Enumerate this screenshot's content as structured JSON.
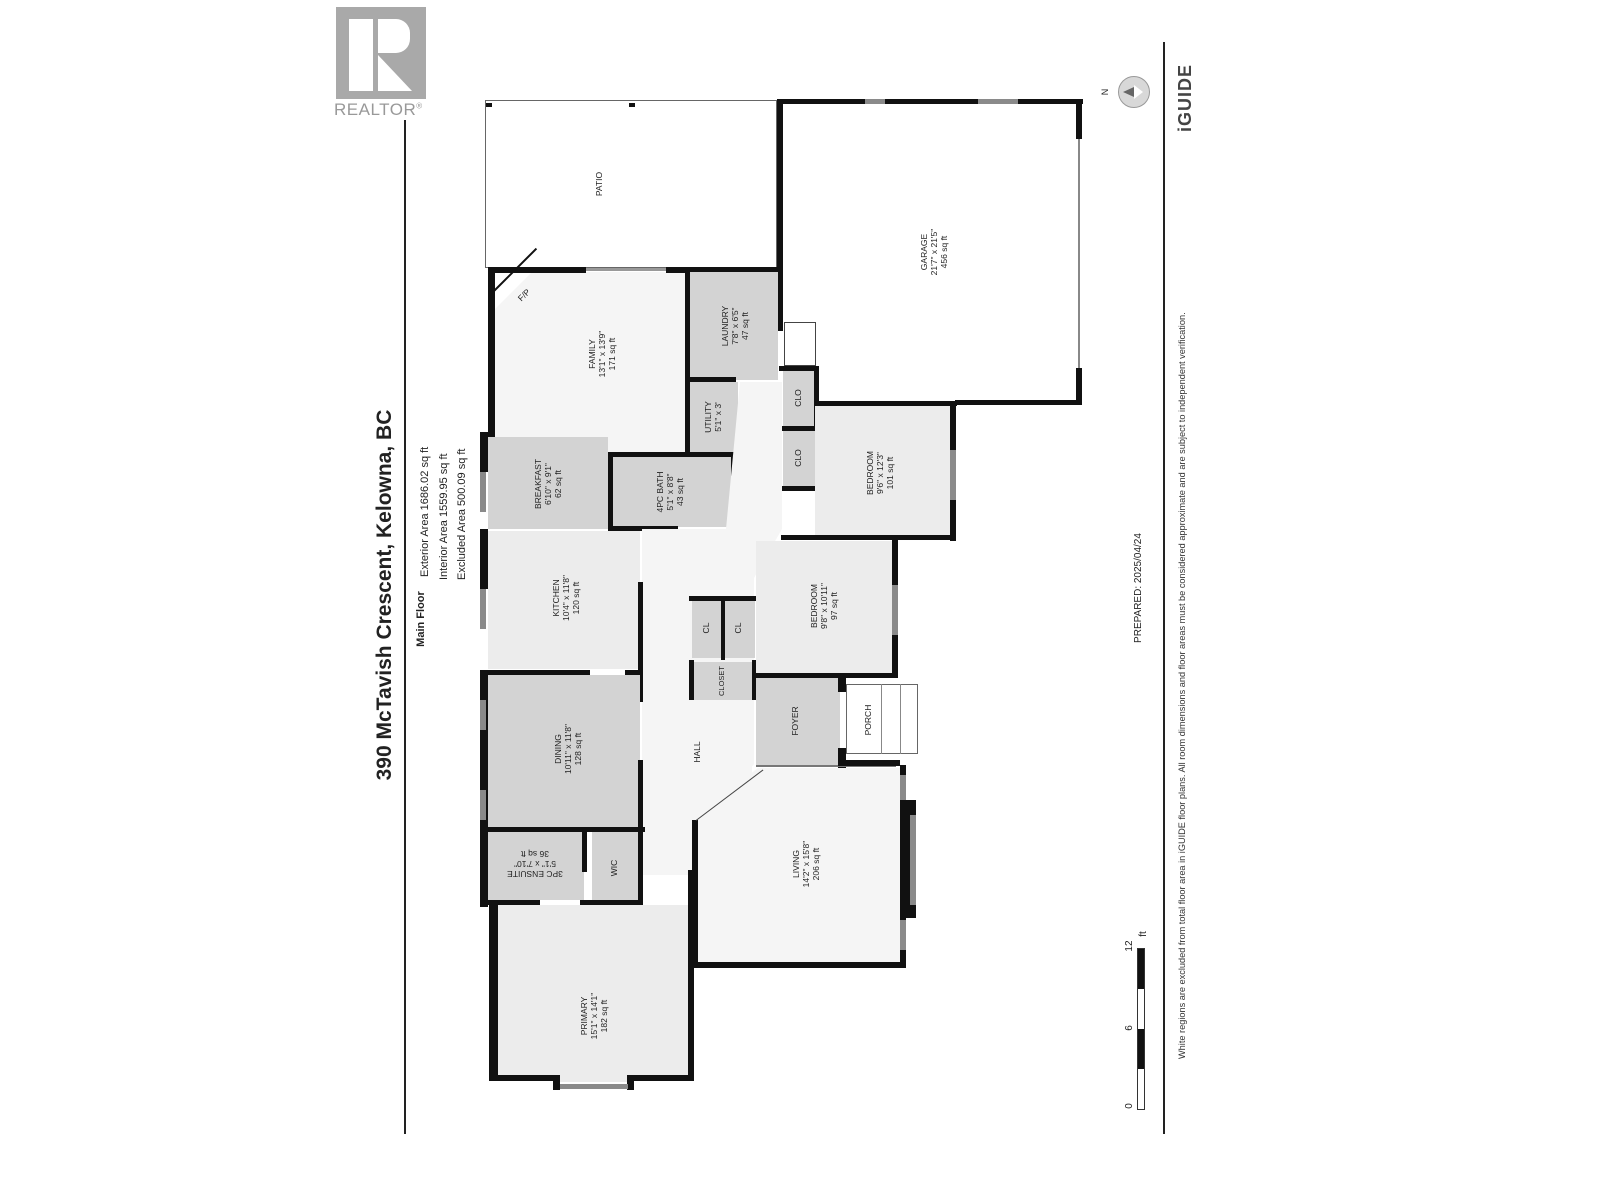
{
  "header": {
    "address": "390 McTavish Crescent, Kelowna, BC",
    "floor_label": "Main Floor",
    "areas": [
      "Exterior Area 1686.02 sq ft",
      "Interior Area 1559.95 sq ft",
      "Excluded Area 500.09 sq ft"
    ]
  },
  "logos": {
    "realtor": "REALTOR",
    "realtor_reg": "®",
    "iguide": "iGUIDE"
  },
  "compass": {
    "north_label": "N"
  },
  "footer": {
    "prepared": "PREPARED: 2025/04/24",
    "disclaimer": "White regions are excluded from total floor area in iGUIDE floor plans. All room dimensions and floor areas must be considered approximate and are subject to independent verification."
  },
  "scale_bar": {
    "ticks": [
      "0",
      "6",
      "12"
    ],
    "unit": "ft"
  },
  "rooms": {
    "patio": {
      "name": "PATIO"
    },
    "garage": {
      "name": "GARAGE",
      "dims": "21'7\" x 21'5\"",
      "area": "456 sq ft"
    },
    "family": {
      "name": "FAMILY",
      "dims": "13'1\" x 13'9\"",
      "area": "171 sq ft",
      "fireplace": "F/P"
    },
    "laundry": {
      "name": "LAUNDRY",
      "dims": "7'8\" x 6'5\"",
      "area": "47 sq ft"
    },
    "utility": {
      "name": "UTILITY",
      "dims": "5'1\" x 3'"
    },
    "clo1": {
      "name": "CLO"
    },
    "clo2": {
      "name": "CLO"
    },
    "bedroom1": {
      "name": "BEDROOM",
      "dims": "9'6\" x 12'3\"",
      "area": "101 sq ft"
    },
    "breakfast": {
      "name": "BREAKFAST",
      "dims": "6'10\" x 9'1\"",
      "area": "62 sq ft"
    },
    "bath4pc": {
      "name": "4PC BATH",
      "dims": "5'1\" x 8'8\"",
      "area": "43 sq ft"
    },
    "kitchen": {
      "name": "KITCHEN",
      "dims": "10'4\" x 11'8\"",
      "area": "120 sq ft"
    },
    "cl1": {
      "name": "CL"
    },
    "cl2": {
      "name": "CL"
    },
    "bedroom2": {
      "name": "BEDROOM",
      "dims": "9'8\" x 10'11\"",
      "area": "97 sq ft"
    },
    "closet": {
      "name": "CLOSET"
    },
    "foyer": {
      "name": "FOYER"
    },
    "porch": {
      "name": "PORCH"
    },
    "dining": {
      "name": "DINING",
      "dims": "10'11\" x 11'8\"",
      "area": "128 sq ft"
    },
    "hall": {
      "name": "HALL"
    },
    "ensuite": {
      "name": "3PC ENSUITE",
      "dims": "5'1\" x 7'10\"",
      "area": "36 sq ft"
    },
    "wic": {
      "name": "WIC"
    },
    "living": {
      "name": "LIVING",
      "dims": "14'2\" x 15'8\"",
      "area": "206 sq ft"
    },
    "primary": {
      "name": "PRIMARY",
      "dims": "15'1\" x 14'1\"",
      "area": "182 sq ft"
    }
  }
}
